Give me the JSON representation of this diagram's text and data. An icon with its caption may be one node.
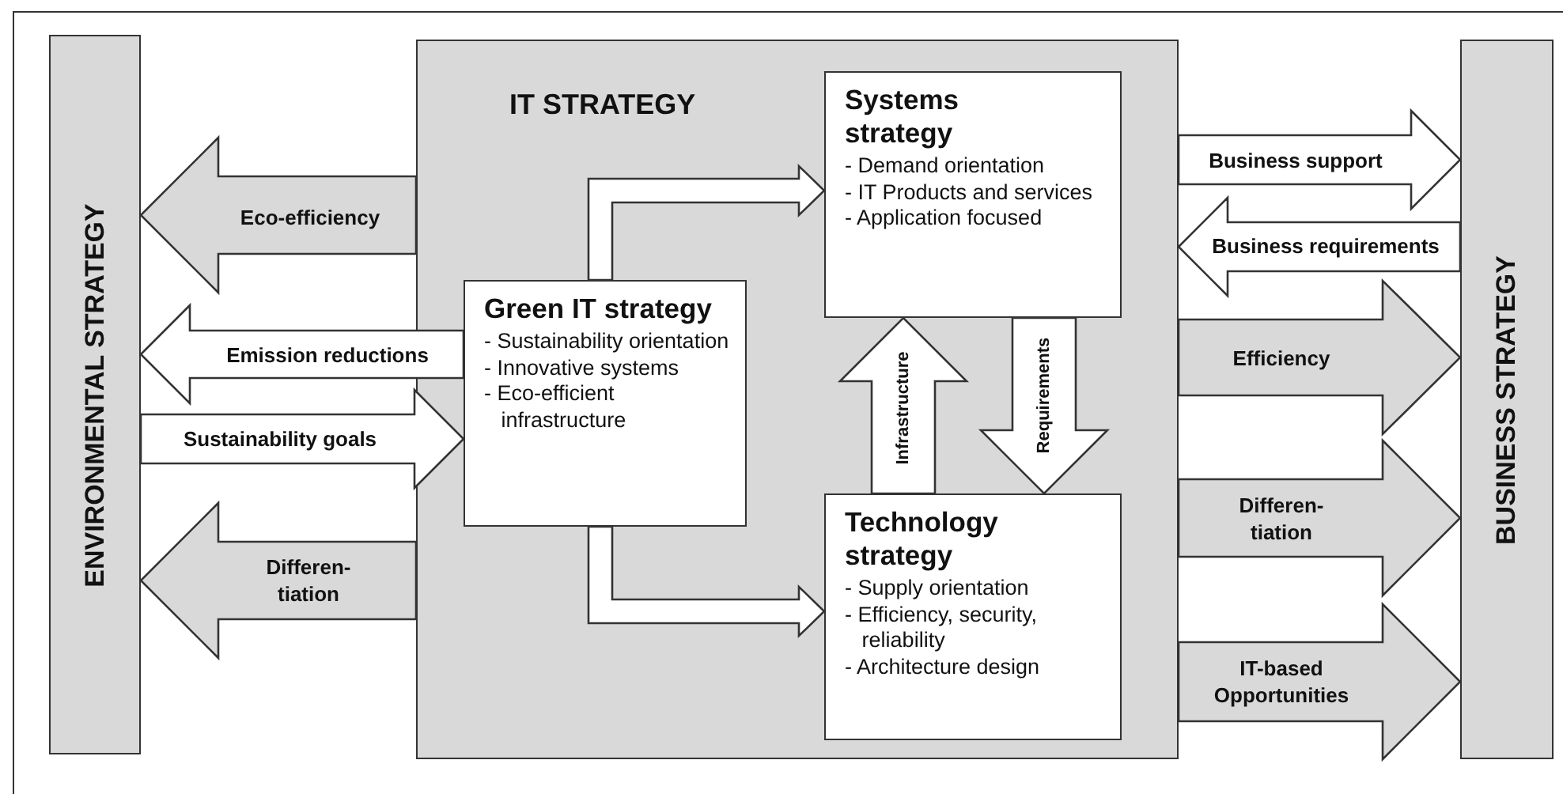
{
  "diagram": {
    "nodes": [
      {
        "text": [
          "ENVIRONMENTAL STRATEGY"
        ]
      },
      {
        "text": [
          "IT STRATEGY"
        ]
      },
      {
        "text": [
          "Green IT strategy",
          "- Sustainability orientation",
          "- Innovative systems",
          "- Eco-efficient infrastructure"
        ],
        "in": 1
      },
      {
        "text": [
          "Systems strategy",
          "- Demand orientation",
          "- IT Products and services",
          "- Application focused"
        ],
        "in": 1
      },
      {
        "text": [
          "Technology strategy",
          "- Supply orientation",
          "- Efficiency, security, reliability",
          "- Architecture design"
        ],
        "in": 1
      },
      {
        "text": [
          "BUSINESS STRATEGY"
        ]
      }
    ],
    "edges": [
      {
        "from": 1,
        "to": 0,
        "arrow": "to",
        "label": "Eco-efficiency",
        "color": "#d9d9d9"
      },
      {
        "from": 2,
        "to": 0,
        "arrow": "to",
        "label": "Emission reductions"
      },
      {
        "from": 0,
        "to": 2,
        "arrow": "to",
        "label": "Sustainability goals"
      },
      {
        "from": 1,
        "to": 0,
        "arrow": "to",
        "label": "Differen- tiation",
        "color": "#d9d9d9"
      },
      {
        "from": 1,
        "to": 5,
        "arrow": "to",
        "label": "Business support"
      },
      {
        "from": 5,
        "to": 1,
        "arrow": "to",
        "label": "Business requirements"
      },
      {
        "from": 1,
        "to": 5,
        "arrow": "to",
        "label": "Efficiency",
        "color": "#d9d9d9"
      },
      {
        "from": 1,
        "to": 5,
        "arrow": "to",
        "label": "Differen- tiation",
        "color": "#d9d9d9"
      },
      {
        "from": 1,
        "to": 5,
        "arrow": "to",
        "label": "IT-based Opportunities",
        "color": "#d9d9d9"
      },
      {
        "from": 4,
        "to": 3,
        "arrow": "to",
        "label": "Infrastructure"
      },
      {
        "from": 3,
        "to": 4,
        "arrow": "to",
        "label": "Requirements"
      },
      {
        "from": 2,
        "to": 3,
        "arrow": "to"
      },
      {
        "from": 2,
        "to": 4,
        "arrow": "to"
      }
    ]
  }
}
